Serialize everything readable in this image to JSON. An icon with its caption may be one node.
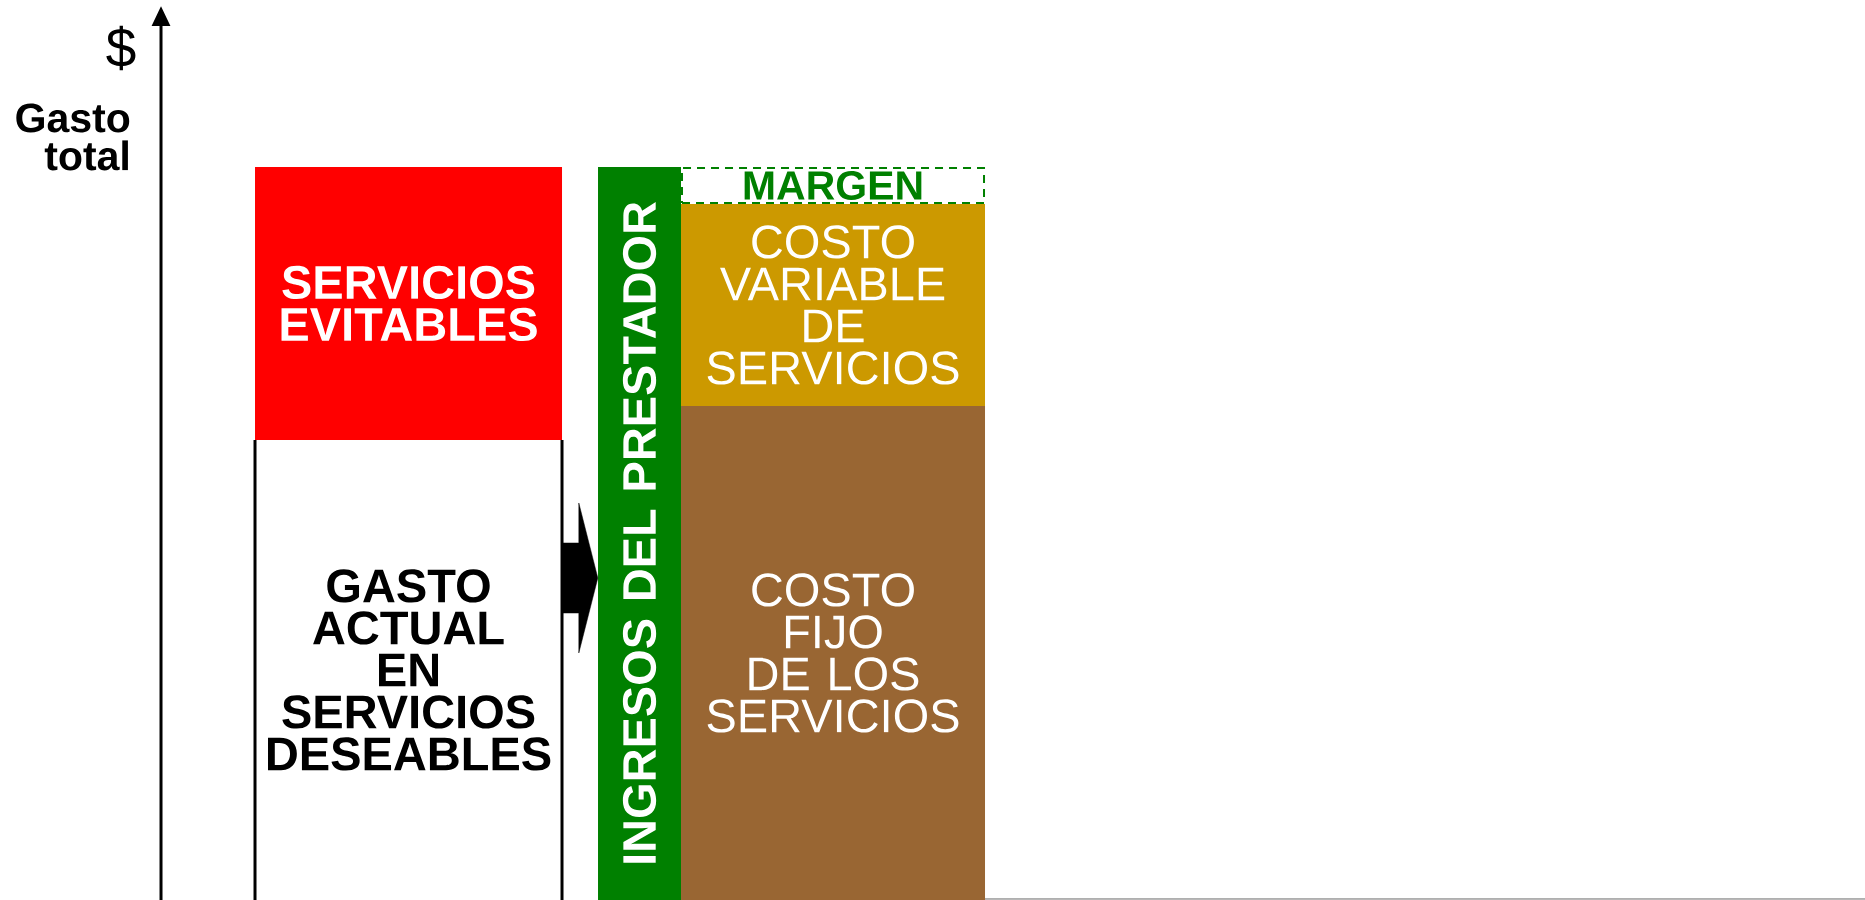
{
  "diagram": {
    "nodes": [
      {
        "text": [
          "SERVICIOS EVITABLES"
        ]
      },
      {
        "text": [
          "GASTO ACTUAL EN SERVICIOS DESEABLES"
        ]
      },
      {
        "text": [
          "INGRESOS DEL PRESTADOR"
        ]
      },
      {
        "text": [
          "MARGEN"
        ]
      },
      {
        "text": [
          "COSTO VARIABLE DE SERVICIOS"
        ]
      },
      {
        "text": [
          "COSTO FIJO DE LOS SERVICIOS"
        ]
      }
    ],
    "edges": [
      {
        "from": 1,
        "to": 2,
        "arrow": "to"
      }
    ],
    "labels": [
      "$",
      "Gasto total"
    ]
  }
}
